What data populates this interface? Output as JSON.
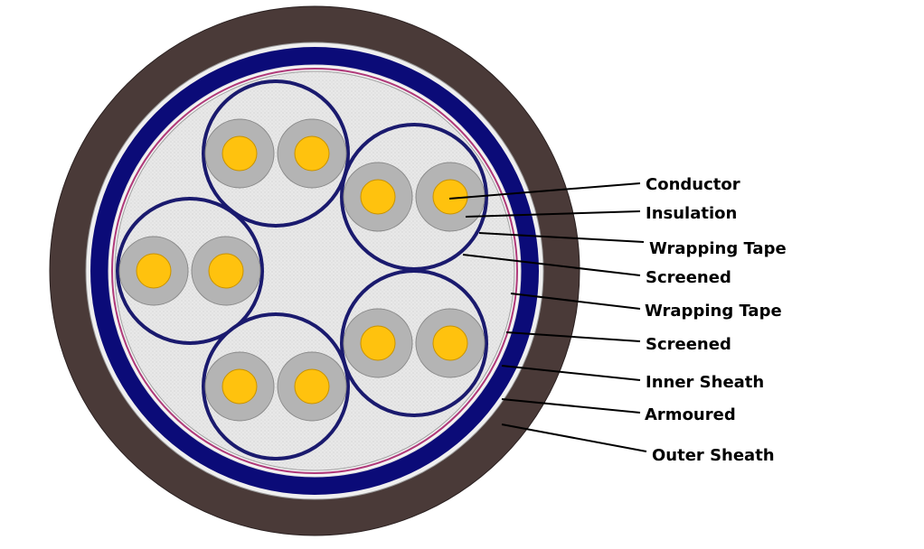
{
  "labels": [
    {
      "key": "conductor",
      "text": "Conductor"
    },
    {
      "key": "insulation",
      "text": "Insulation"
    },
    {
      "key": "wrapping_tape_1",
      "text": "Wrapping Tape"
    },
    {
      "key": "screened_1",
      "text": "Screened"
    },
    {
      "key": "wrapping_tape_2",
      "text": "Wrapping Tape"
    },
    {
      "key": "screened_2",
      "text": "Screened"
    },
    {
      "key": "inner_sheath",
      "text": "Inner Sheath"
    },
    {
      "key": "armoured",
      "text": "Armoured"
    },
    {
      "key": "outer_sheath",
      "text": "Outer Sheath"
    }
  ],
  "colors": {
    "outer_sheath": "#4a3a38",
    "gap_white": "#f2f2f2",
    "armour": "#0b0b78",
    "inner_sheath_line": "#b03a7a",
    "filler": "#e6e6e6",
    "pair_screen": "#1a1a6e",
    "insulation": "#b4b4b4",
    "conductor": "#ffc20e",
    "leader": "#000000"
  },
  "pairs_count": 5,
  "cores_per_pair": 2
}
